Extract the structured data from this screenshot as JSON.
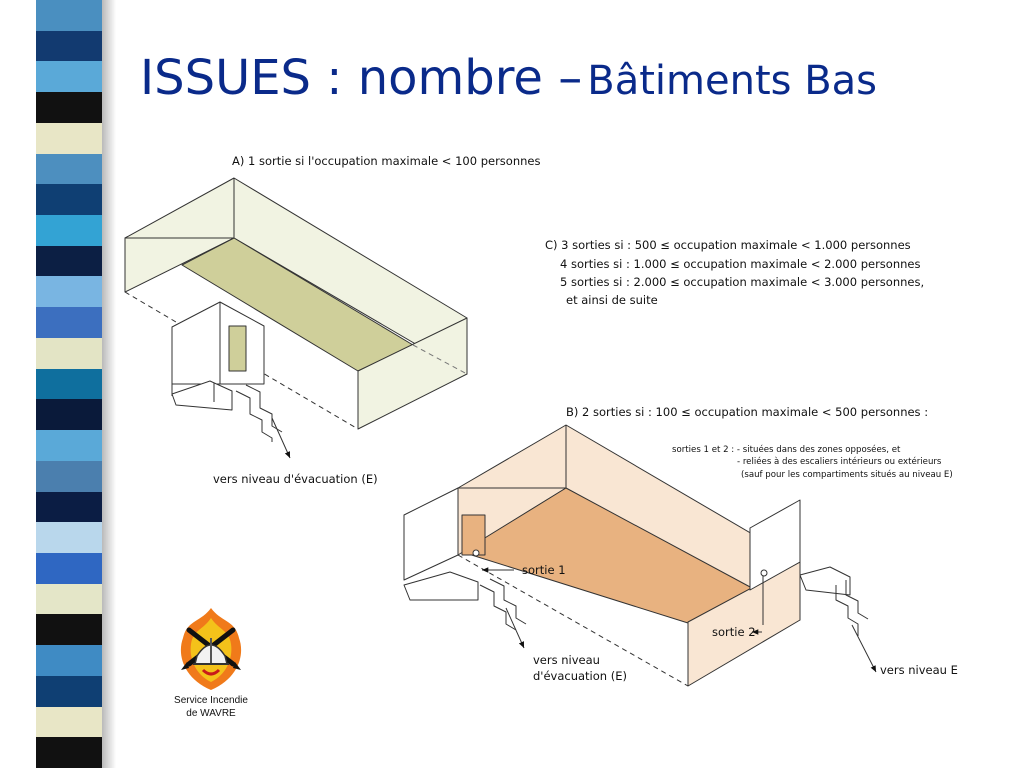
{
  "slide": {
    "title_main": "ISSUES : nombre –",
    "title_sub": "Bâtiments Bas"
  },
  "stripe_colors": [
    "#4a8fc0",
    "#123a70",
    "#5aa9d8",
    "#111111",
    "#e8e6c6",
    "#4d8fbf",
    "#0f3f73",
    "#33a3d4",
    "#0c1f44",
    "#79b5e2",
    "#3c6fbf",
    "#e3e4c5",
    "#0f6f9e",
    "#0a1a3a",
    "#5aa9d8",
    "#4b7fae",
    "#0b1d44",
    "#b9d7ec",
    "#2f67c2",
    "#e4e6c8",
    "#111111",
    "#3f8bc4",
    "#0f3f73",
    "#e8e6c6",
    "#111111"
  ],
  "colors": {
    "title": "#0a2a8a",
    "floor_A": "#cfcf9a",
    "walls_A": "#f1f3e2",
    "floor_B": "#e8b280",
    "walls_B": "#f9e6d3"
  },
  "case_a": {
    "caption": "A) 1 sortie si l'occupation maximale < 100 personnes",
    "evacuation_label": "vers niveau d'évacuation (E)"
  },
  "case_c": {
    "line1": "C) 3 sorties si :  500 ≤ occupation maximale < 1.000 personnes",
    "line2": "4 sorties si :  1.000 ≤ occupation maximale < 2.000 personnes",
    "line3": "5 sorties si :  2.000 ≤ occupation maximale < 3.000 personnes,",
    "line4": "et ainsi de suite"
  },
  "case_b": {
    "caption": "B) 2 sorties si :  100 ≤ occupation maximale < 500 personnes :",
    "note1": "sorties 1 et 2 : - situées dans des zones opposées, et",
    "note2": "- reliées à des escaliers intérieurs ou extérieurs",
    "note3": "(sauf pour les compartiments situés au niveau E)",
    "exit1_label": "sortie 1",
    "exit2_label": "sortie 2",
    "evac_left_line1": "vers niveau",
    "evac_left_line2": "d'évacuation (E)",
    "evac_right": "vers niveau E"
  },
  "logo": {
    "line1": "Service Incendie",
    "line2": "de WAVRE"
  }
}
